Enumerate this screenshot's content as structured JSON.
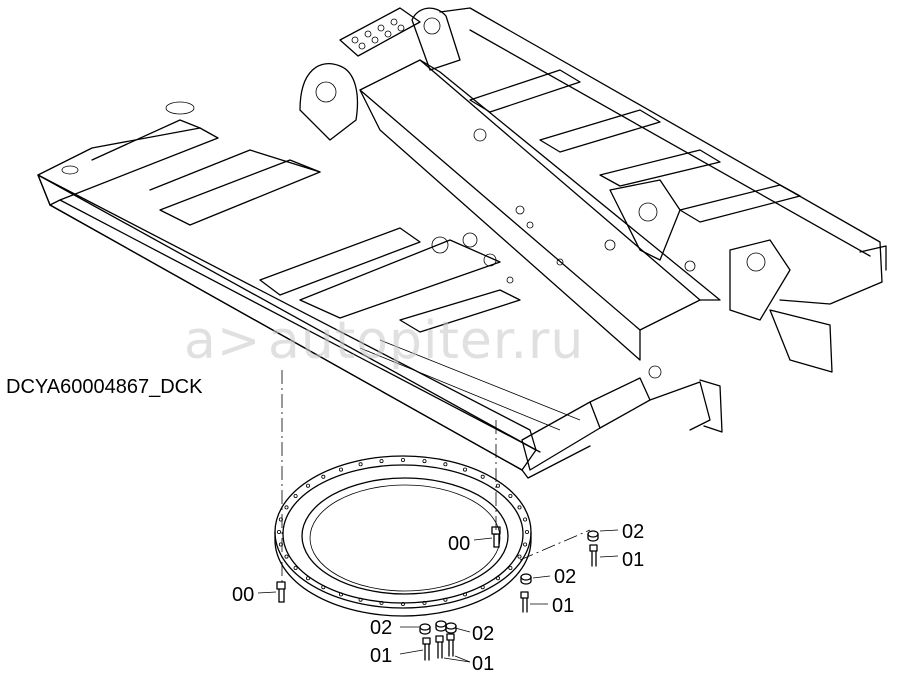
{
  "drawing_code": "DCYA60004867_DCK",
  "watermark": "autopiter.ru",
  "watermark_mark": "a>",
  "callouts": [
    {
      "id": "bolt-left",
      "label": "00"
    },
    {
      "id": "bolt-center",
      "label": "00"
    },
    {
      "id": "washer-right-top",
      "label": "02"
    },
    {
      "id": "bolt-right-top",
      "label": "01"
    },
    {
      "id": "washer-right-mid",
      "label": "02"
    },
    {
      "id": "bolt-right-mid",
      "label": "01"
    },
    {
      "id": "washer-bottom-left",
      "label": "02"
    },
    {
      "id": "bolt-bottom-left",
      "label": "01"
    },
    {
      "id": "washer-bottom-right",
      "label": "02"
    },
    {
      "id": "bolt-bottom-right",
      "label": "01"
    }
  ]
}
